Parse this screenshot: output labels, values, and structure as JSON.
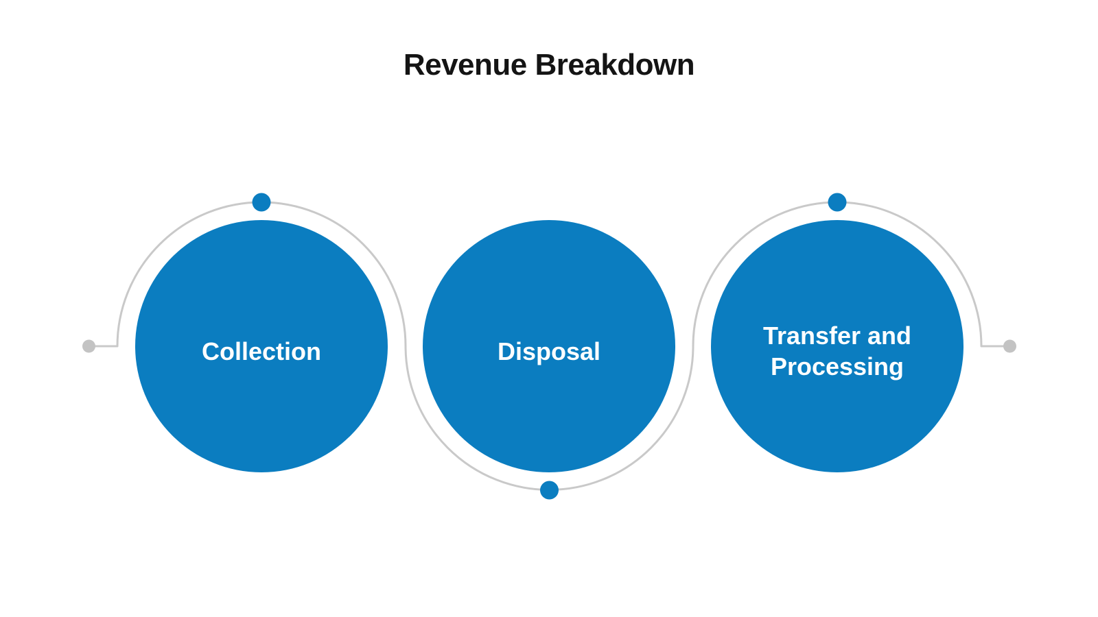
{
  "title": "Revenue Breakdown",
  "nodes": [
    {
      "label": "Collection"
    },
    {
      "label": "Disposal"
    },
    {
      "label": "Transfer and\nProcessing"
    }
  ],
  "theme": {
    "accent_blue": "#0b7dc0",
    "connector_gray": "#c9c9c9",
    "terminal_dot_gray": "#c3c3c3",
    "title_color": "#141414",
    "label_color": "#ffffff",
    "background": "#ffffff"
  }
}
